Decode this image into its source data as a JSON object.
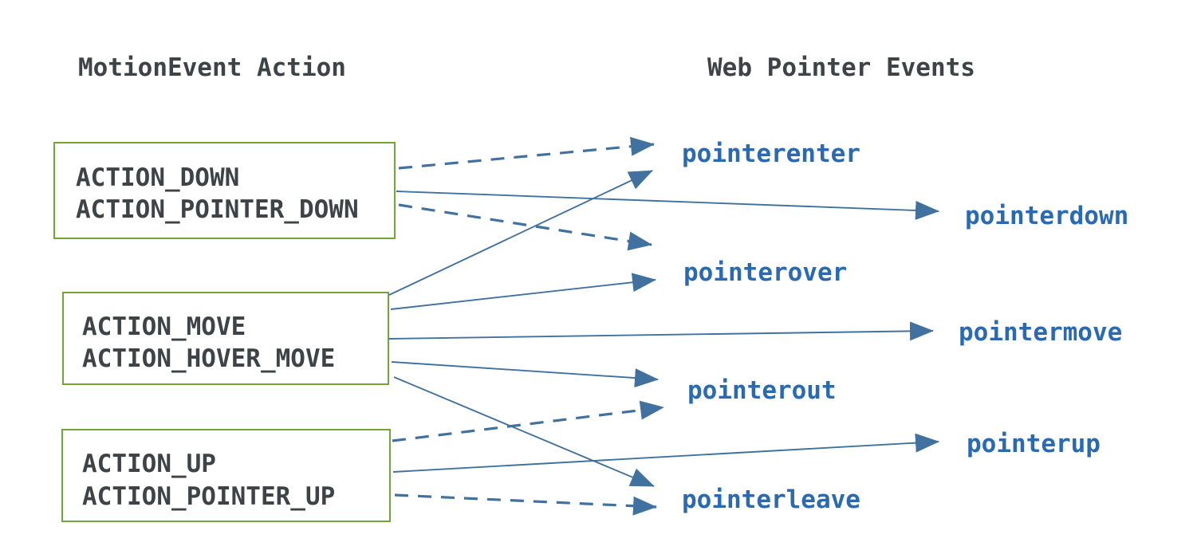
{
  "diagram": {
    "left_header": "MotionEvent Action",
    "right_header": "Web Pointer Events",
    "action_groups": [
      {
        "id": "down",
        "lines": [
          "ACTION_DOWN",
          "ACTION_POINTER_DOWN"
        ]
      },
      {
        "id": "move",
        "lines": [
          "ACTION_MOVE",
          "ACTION_HOVER_MOVE"
        ]
      },
      {
        "id": "up",
        "lines": [
          "ACTION_UP",
          "ACTION_POINTER_UP"
        ]
      }
    ],
    "events": [
      {
        "id": "pointerenter",
        "label": "pointerenter"
      },
      {
        "id": "pointerdown",
        "label": "pointerdown"
      },
      {
        "id": "pointerover",
        "label": "pointerover"
      },
      {
        "id": "pointermove",
        "label": "pointermove"
      },
      {
        "id": "pointerout",
        "label": "pointerout"
      },
      {
        "id": "pointerup",
        "label": "pointerup"
      },
      {
        "id": "pointerleave",
        "label": "pointerleave"
      }
    ],
    "mappings": [
      {
        "from": "down",
        "to": "pointerenter",
        "style": "dashed"
      },
      {
        "from": "down",
        "to": "pointerdown",
        "style": "solid"
      },
      {
        "from": "down",
        "to": "pointerover",
        "style": "dashed"
      },
      {
        "from": "move",
        "to": "pointerenter",
        "style": "solid"
      },
      {
        "from": "move",
        "to": "pointerover",
        "style": "solid"
      },
      {
        "from": "move",
        "to": "pointermove",
        "style": "solid"
      },
      {
        "from": "move",
        "to": "pointerout",
        "style": "solid"
      },
      {
        "from": "move",
        "to": "pointerleave",
        "style": "solid"
      },
      {
        "from": "up",
        "to": "pointerout",
        "style": "dashed"
      },
      {
        "from": "up",
        "to": "pointerup",
        "style": "solid"
      },
      {
        "from": "up",
        "to": "pointerleave",
        "style": "dashed"
      }
    ],
    "colors": {
      "event_text": "#2a6ab3",
      "arrow": "#41719f",
      "box_border": "#72a437",
      "heading_text": "#3d4347"
    }
  }
}
